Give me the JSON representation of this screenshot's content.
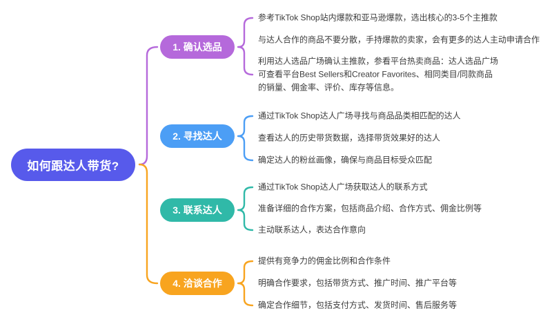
{
  "root": {
    "label": "如何跟达人带货?",
    "color": "#575AEB"
  },
  "branches": [
    {
      "label": "1. 确认选品",
      "color": "#B569DB",
      "items": [
        "参考TikTok Shop站内爆款和亚马逊爆款，选出核心的3-5个主推款",
        "与达人合作的商品不要分散，手持爆款的卖家，会有更多的达人主动申请合作",
        "利用达人选品广场确认主推款，参看平台热卖商品：达人选品广场\n可查看平台Best Sellers和Creator Favorites、相同类目/同款商品\n的销量、佣金率、评价、库存等信息。"
      ]
    },
    {
      "label": "2. 寻找达人",
      "color": "#4C9EF5",
      "items": [
        "通过TikTok Shop达人广场寻找与商品品类相匹配的达人",
        "查看达人的历史带货数据，选择带货效果好的达人",
        "确定达人的粉丝画像，确保与商品目标受众匹配"
      ]
    },
    {
      "label": "3. 联系达人",
      "color": "#30B9A8",
      "items": [
        "通过TikTok Shop达人广场获取达人的联系方式",
        "准备详细的合作方案，包括商品介绍、合作方式、佣金比例等",
        "主动联系达人，表达合作意向"
      ]
    },
    {
      "label": "4. 洽谈合作",
      "color": "#F8A41F",
      "items": [
        "提供有竞争力的佣金比例和合作条件",
        "明确合作要求，包括带货方式、推广时间、推广平台等",
        "确定合作细节，包括支付方式、发货时间、售后服务等"
      ]
    }
  ]
}
